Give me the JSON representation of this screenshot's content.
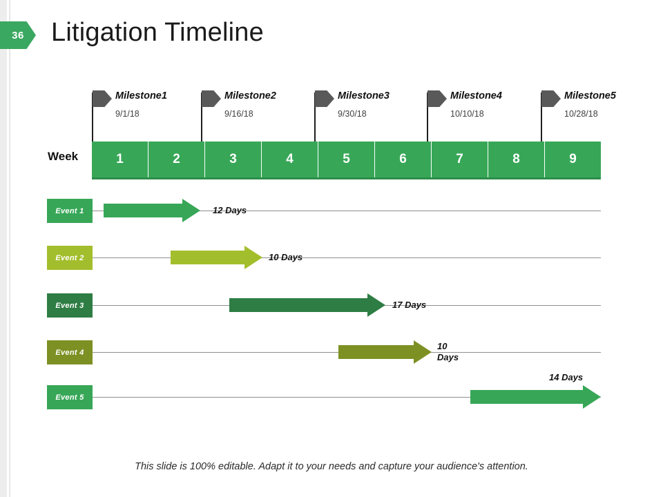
{
  "slide": {
    "number": "36",
    "title": "Litigation Timeline",
    "footer_note": "This slide is 100% editable. Adapt it to your needs and capture your audience's attention."
  },
  "colors": {
    "brand_green": "#37a757",
    "yellow_green": "#a3be2c",
    "dark_green": "#2e7d44",
    "olive": "#7d9023",
    "flag_gray": "#595959",
    "line_gray": "#8e8e8e"
  },
  "milestones": [
    {
      "name": "Milestone1",
      "date": "9/1/18"
    },
    {
      "name": "Milestone2",
      "date": "9/16/18"
    },
    {
      "name": "Milestone3",
      "date": "9/30/18"
    },
    {
      "name": "Milestone4",
      "date": "10/10/18"
    },
    {
      "name": "Milestone5",
      "date": "10/28/18"
    }
  ],
  "week_axis": {
    "label": "Week",
    "weeks": [
      "1",
      "2",
      "3",
      "4",
      "5",
      "6",
      "7",
      "8",
      "9"
    ]
  },
  "events": [
    {
      "label": "Event 1",
      "duration": "12 Days",
      "color": "#37a757"
    },
    {
      "label": "Event 2",
      "duration": "10 Days",
      "color": "#a3be2c"
    },
    {
      "label": "Event 3",
      "duration": "17 Days",
      "color": "#2e7d44"
    },
    {
      "label": "Event 4",
      "duration": "10\nDays",
      "color": "#7d9023"
    },
    {
      "label": "Event 5",
      "duration": "14 Days",
      "color": "#37a757"
    }
  ],
  "chart_data": {
    "type": "bar",
    "title": "Litigation Timeline",
    "xlabel": "Week",
    "ylabel": "",
    "categories": [
      "Event 1",
      "Event 2",
      "Event 3",
      "Event 4",
      "Event 5"
    ],
    "values": [
      12,
      10,
      17,
      10,
      14
    ],
    "value_labels": [
      "12 Days",
      "10 Days",
      "17 Days",
      "10 Days",
      "14 Days"
    ],
    "x_ticks": [
      "1",
      "2",
      "3",
      "4",
      "5",
      "6",
      "7",
      "8",
      "9"
    ],
    "xlim": [
      1,
      9
    ],
    "grid": false,
    "legend": "none",
    "annotations": [
      {
        "text": "Milestone1",
        "date": "9/1/18",
        "week": 1.0
      },
      {
        "text": "Milestone2",
        "date": "9/16/18",
        "week": 3.0
      },
      {
        "text": "Milestone3",
        "date": "9/30/18",
        "week": 5.0
      },
      {
        "text": "Milestone4",
        "date": "10/10/18",
        "week": 7.0
      },
      {
        "text": "Milestone5",
        "date": "10/28/18",
        "week": 9.0
      }
    ]
  }
}
